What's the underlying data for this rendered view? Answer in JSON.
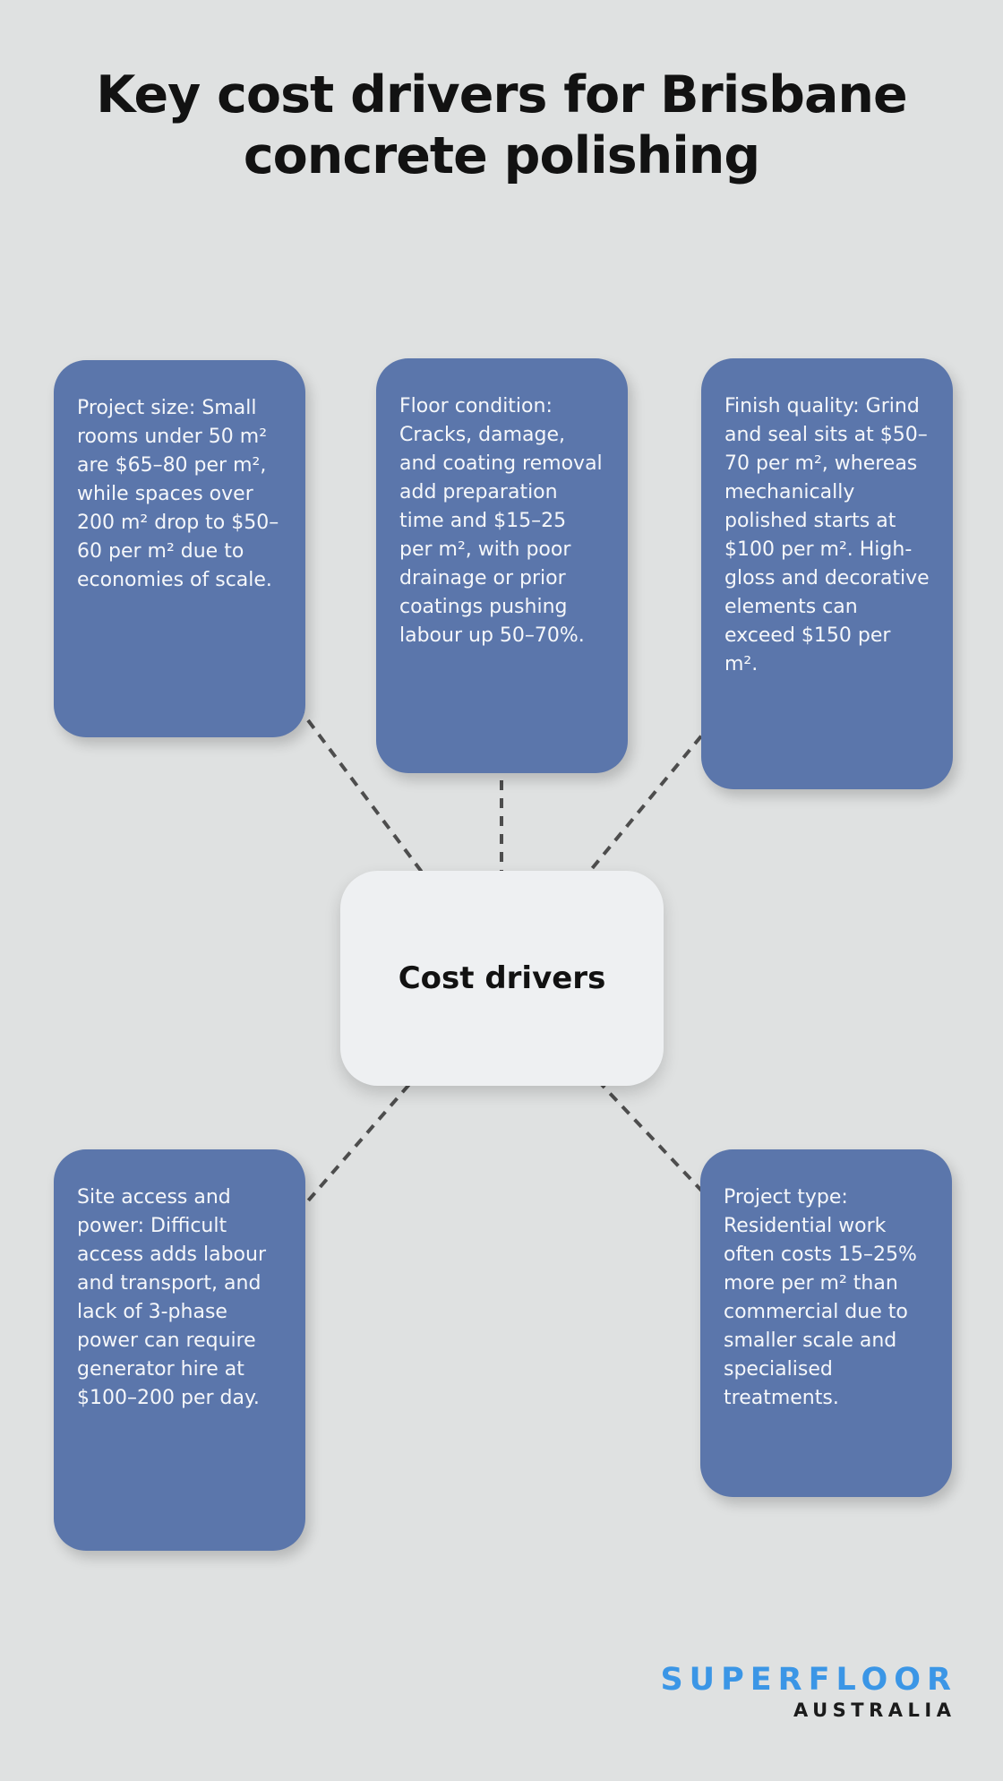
{
  "title": {
    "line1": "Key cost drivers for Brisbane",
    "line2": "concrete polishing",
    "full": "Key cost drivers for Brisbane concrete polishing"
  },
  "center": {
    "label": "Cost drivers"
  },
  "nodes": [
    {
      "id": "project-size",
      "text": "Project size: Small rooms under 50 m² are $65–80 per m², while spaces over 200 m² drop to $50–60 per m² due to economies of scale."
    },
    {
      "id": "floor-condition",
      "text": "Floor condition: Cracks, damage, and coating removal add preparation time and $15–25 per m², with poor drainage or prior coatings pushing labour up 50–70%."
    },
    {
      "id": "finish-quality",
      "text": "Finish quality: Grind and seal sits at $50–70 per m², whereas mechanically polished starts at $100 per m². High-gloss and decorative elements can exceed $150 per m²."
    },
    {
      "id": "site-access-power",
      "text": "Site access and power: Difficult access adds labour and transport, and lack of 3-phase power can require generator hire at $100–200 per day."
    },
    {
      "id": "project-type",
      "text": "Project type: Residential work often costs 15–25% more per m² than commercial due to smaller scale and specialised treatments."
    }
  ],
  "logo": {
    "brand": "SUPERFLOOR",
    "region": "AUSTRALIA"
  },
  "colors": {
    "canvas-bg": "#dfe1e1",
    "node-blue": "#5b76ab",
    "node-text": "#f5f7fa",
    "center-bg": "#eef0f2",
    "title-color": "#121212",
    "connector": "#4d4d4d",
    "brand-blue": "#3b96e6",
    "region-color": "#1b1b1b"
  }
}
